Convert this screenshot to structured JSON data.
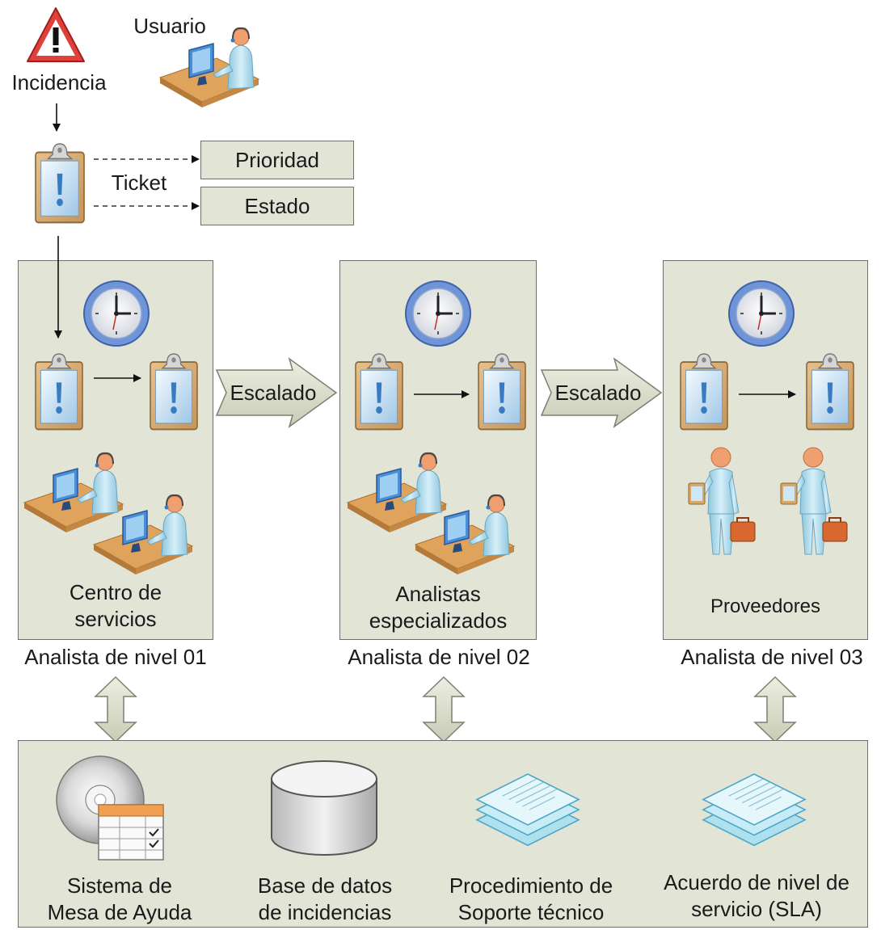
{
  "user": {
    "label": "Usuario"
  },
  "incident": {
    "label": "Incidencia"
  },
  "ticket": {
    "label": "Ticket",
    "attributes": [
      "Prioridad",
      "Estado"
    ]
  },
  "escalation_label": "Escalado",
  "levels": [
    {
      "title_lines": [
        "Centro de",
        "servicios"
      ],
      "caption": "Analista de nivel 01"
    },
    {
      "title_lines": [
        "Analistas",
        "especializados"
      ],
      "caption": "Analista de nivel 02"
    },
    {
      "title_lines": [
        "Proveedores"
      ],
      "caption": "Analista de nivel 03"
    }
  ],
  "resources": [
    {
      "lines": [
        "Sistema de",
        "Mesa de Ayuda"
      ]
    },
    {
      "lines": [
        "Base de datos",
        "de incidencias"
      ]
    },
    {
      "lines": [
        "Procedimiento de",
        "Soporte técnico"
      ]
    },
    {
      "lines": [
        "Acuerdo de nivel de",
        "servicio (SLA)"
      ]
    }
  ],
  "colors": {
    "panel": "#e2e4d6",
    "clock": "#6f95d8",
    "person": "#bfe4f0",
    "skin": "#f0a070",
    "desk": "#d8a060",
    "clipboard": "#d8a865",
    "alert": "#e0403a"
  }
}
